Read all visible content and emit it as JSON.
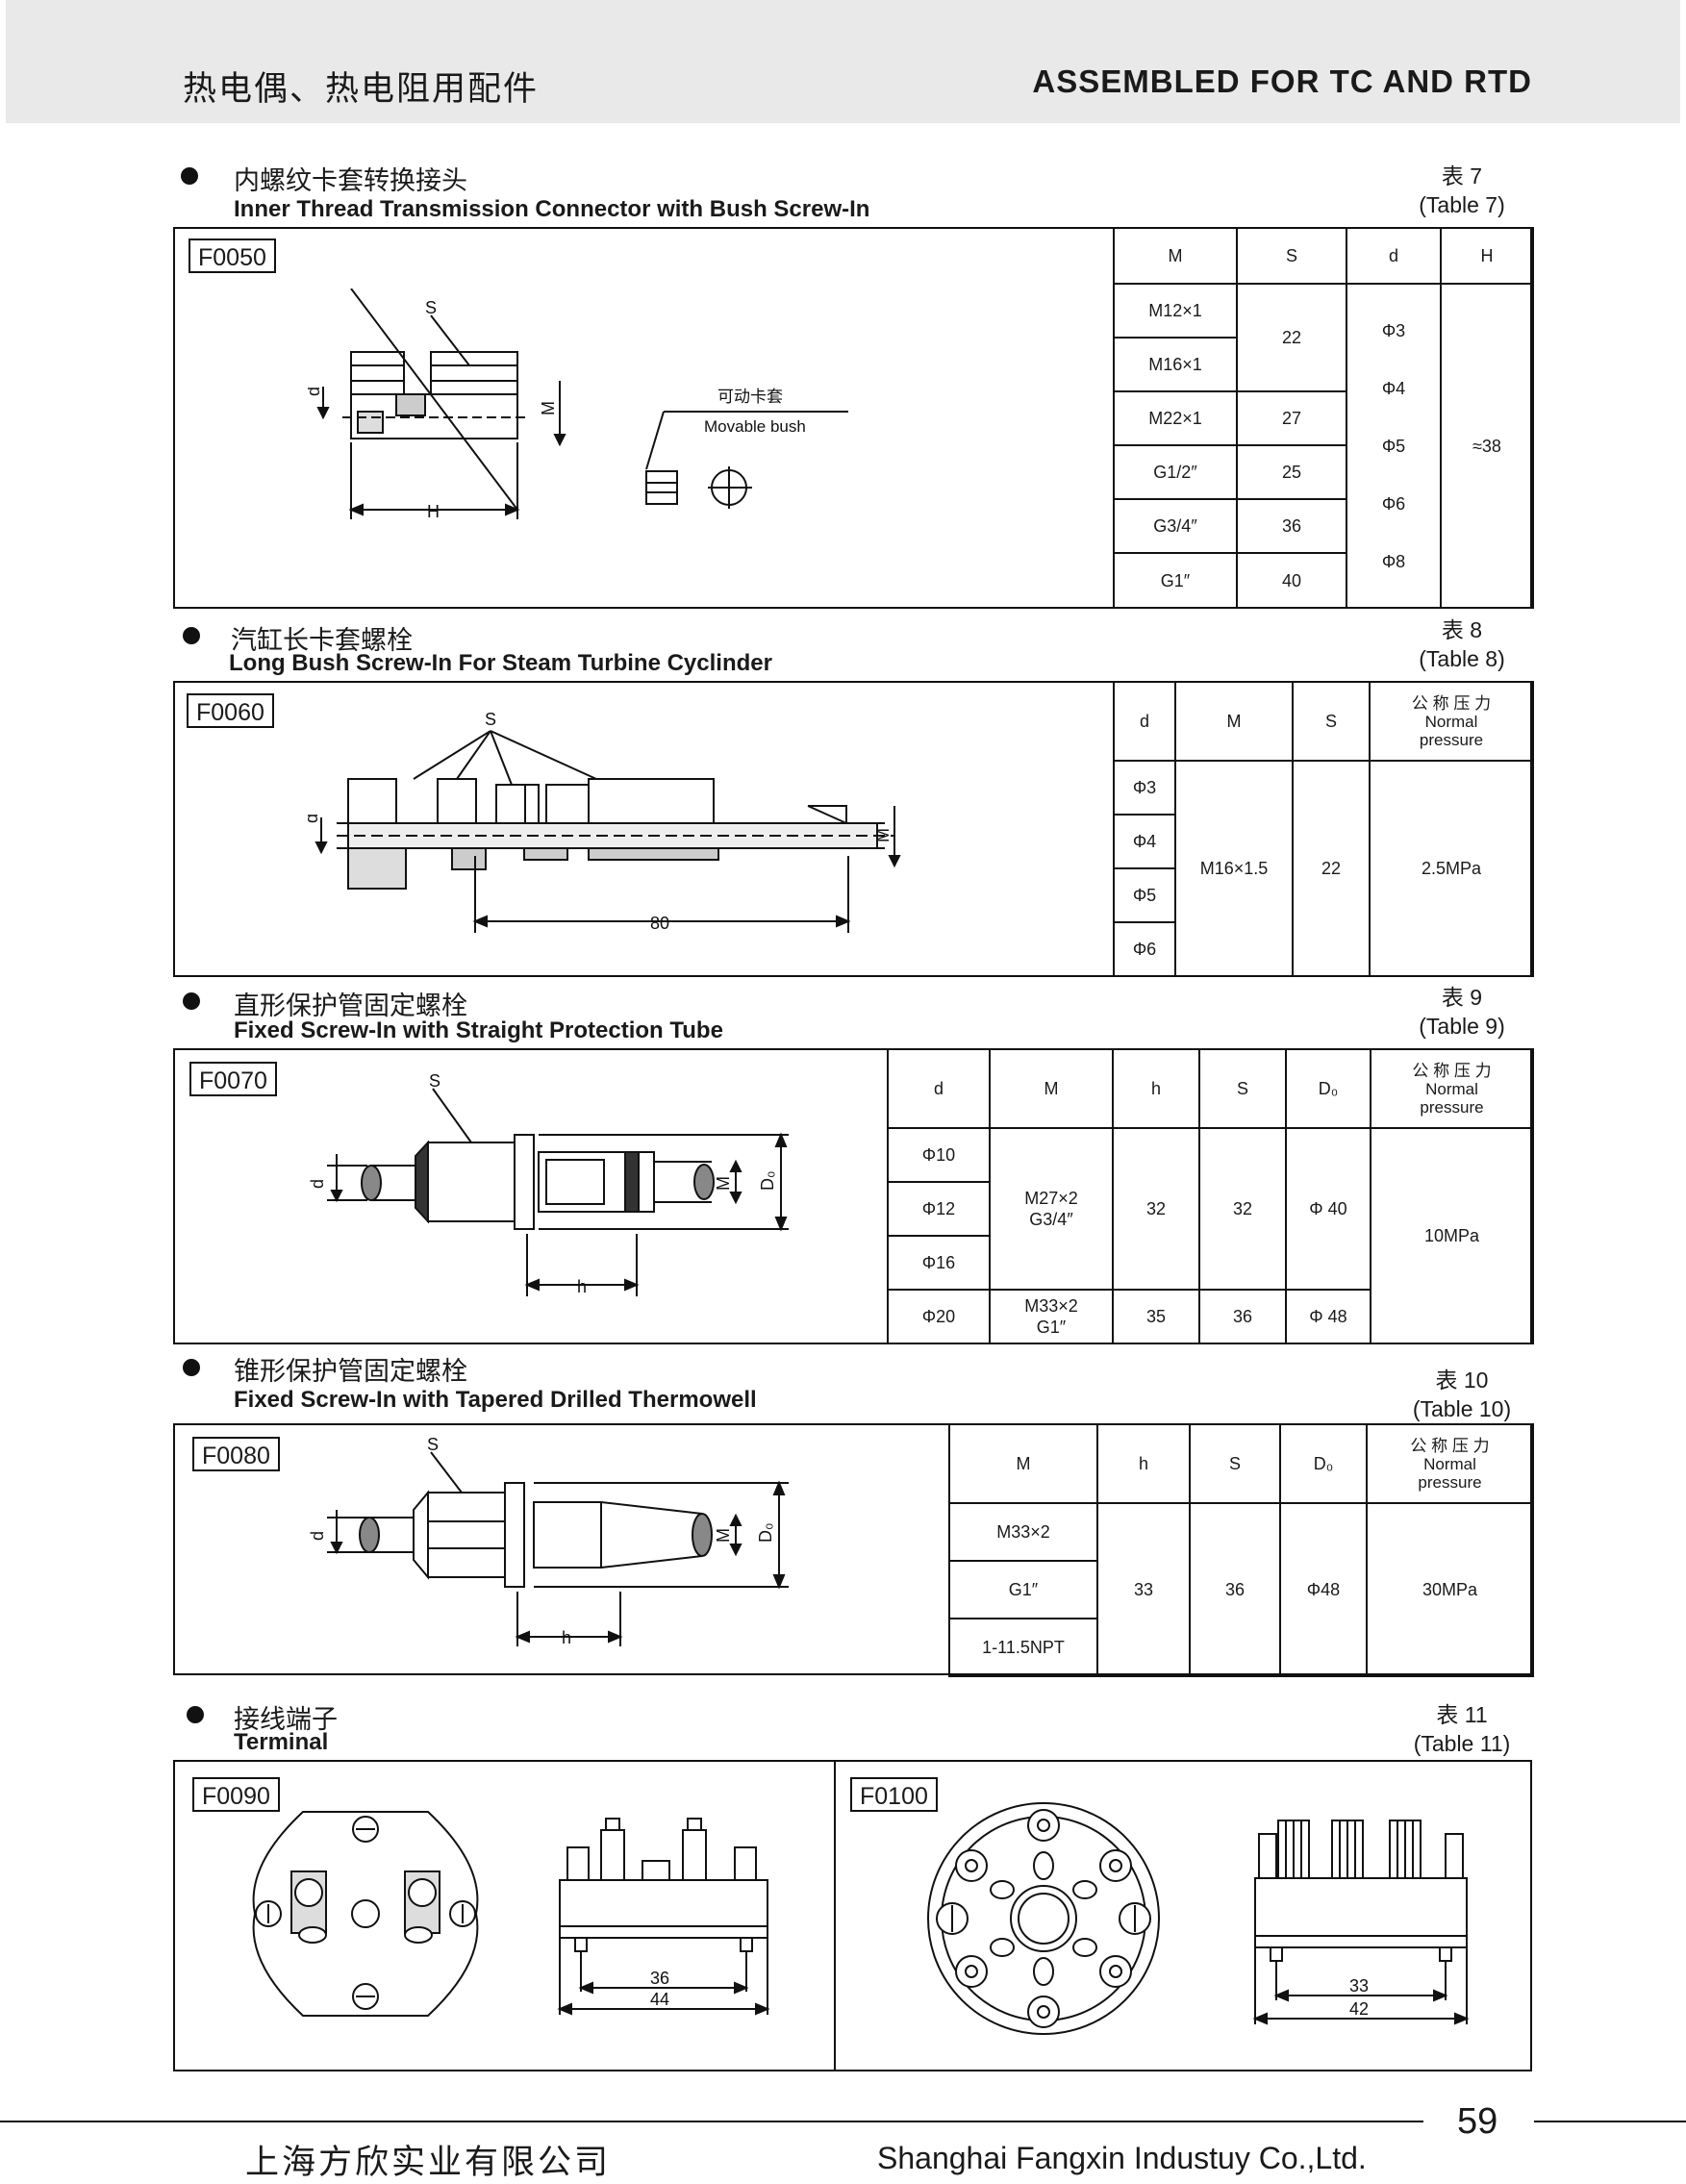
{
  "header": {
    "title_cn": "热电偶、热电阻用配件",
    "title_en": "ASSEMBLED FOR TC AND RTD"
  },
  "sections": [
    {
      "title_cn": "内螺纹卡套转换接头",
      "title_en": "Inner Thread Transmission Connector with Bush Screw-In",
      "table_cn": "表 7",
      "table_en": "(Table 7)",
      "code": "F0050",
      "headers": [
        "M",
        "S",
        "d",
        "H"
      ],
      "M": [
        "M12×1",
        "M16×1",
        "M22×1",
        "G1/2″",
        "G3/4″",
        "G1″"
      ],
      "S": [
        "22",
        "27",
        "25",
        "36",
        "40"
      ],
      "d": [
        "Φ3",
        "Φ4",
        "Φ5",
        "Φ6",
        "Φ8"
      ],
      "H": "≈38",
      "labels": {
        "s": "S",
        "d": "d",
        "m": "M",
        "h": "H",
        "bush_cn": "可动卡套",
        "bush_en": "Movable bush"
      }
    },
    {
      "title_cn": "汽缸长卡套螺栓",
      "title_en": "Long Bush Screw-In For Steam Turbine Cyclinder",
      "table_cn": "表 8",
      "table_en": "(Table 8)",
      "code": "F0060",
      "headers": [
        "d",
        "M",
        "S"
      ],
      "pressure_cn": "公 称 压 力",
      "pressure_en1": "Normal",
      "pressure_en2": "pressure",
      "d": [
        "Φ3",
        "Φ4",
        "Φ5",
        "Φ6"
      ],
      "M": "M16×1.5",
      "S": "22",
      "P": "2.5MPa",
      "labels": {
        "s": "S",
        "d": "d",
        "m": "M",
        "len": "80"
      }
    },
    {
      "title_cn": "直形保护管固定螺栓",
      "title_en": "Fixed Screw-In with Straight Protection Tube",
      "table_cn": "表 9",
      "table_en": "(Table 9)",
      "code": "F0070",
      "headers": [
        "d",
        "M",
        "h",
        "S",
        "D₀"
      ],
      "pressure_cn": "公 称 压 力",
      "pressure_en1": "Normal",
      "pressure_en2": "pressure",
      "d": [
        "Φ10",
        "Φ12",
        "Φ16",
        "Φ20"
      ],
      "M": [
        "M27×2",
        "G3/4″",
        "M33×2",
        "G1″"
      ],
      "h": [
        "32",
        "35"
      ],
      "S": [
        "32",
        "36"
      ],
      "D0": [
        "Φ 40",
        "Φ 48"
      ],
      "P": "10MPa",
      "labels": {
        "s": "S",
        "d": "d",
        "m": "M",
        "d0": "D₀",
        "h": "h"
      }
    },
    {
      "title_cn": "锥形保护管固定螺栓",
      "title_en": "Fixed Screw-In with Tapered Drilled Thermowell",
      "table_cn": "表 10",
      "table_en": "(Table 10)",
      "code": "F0080",
      "headers": [
        "M",
        "h",
        "S",
        "D₀"
      ],
      "pressure_cn": "公 称 压 力",
      "pressure_en1": "Normal",
      "pressure_en2": "pressure",
      "M": [
        "M33×2",
        "G1″",
        "1-11.5NPT"
      ],
      "h": "33",
      "S": "36",
      "D0": "Φ48",
      "P": "30MPa",
      "labels": {
        "s": "S",
        "d": "d",
        "m": "M",
        "d0": "D₀",
        "h": "h"
      }
    },
    {
      "title_cn": "接线端子",
      "title_en": "Terminal",
      "table_cn": "表 11",
      "table_en": "(Table 11)",
      "code_a": "F0090",
      "code_b": "F0100",
      "dims_a": [
        "36",
        "44"
      ],
      "dims_b": [
        "33",
        "42"
      ]
    }
  ],
  "footer": {
    "page": "59",
    "company_cn": "上海方欣实业有限公司",
    "company_en": "Shanghai Fangxin Industuy Co.,Ltd."
  }
}
